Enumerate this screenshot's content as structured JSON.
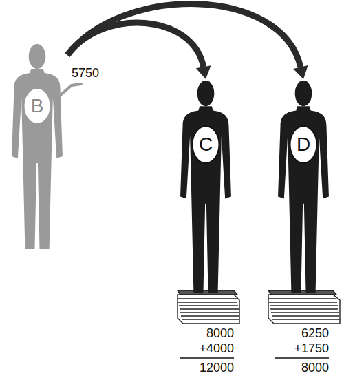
{
  "diagram": {
    "nodes": [
      {
        "text": [
          "B"
        ]
      },
      {
        "text": [
          "C"
        ]
      },
      {
        "text": [
          "D"
        ]
      }
    ],
    "edges": [
      {
        "from": 0,
        "to": 1,
        "arrow": "to"
      },
      {
        "from": 0,
        "to": 2,
        "arrow": "to"
      }
    ],
    "labels": [
      "5750",
      "8000",
      "+4000",
      "12000",
      "6250",
      "+1750",
      "8000"
    ]
  }
}
